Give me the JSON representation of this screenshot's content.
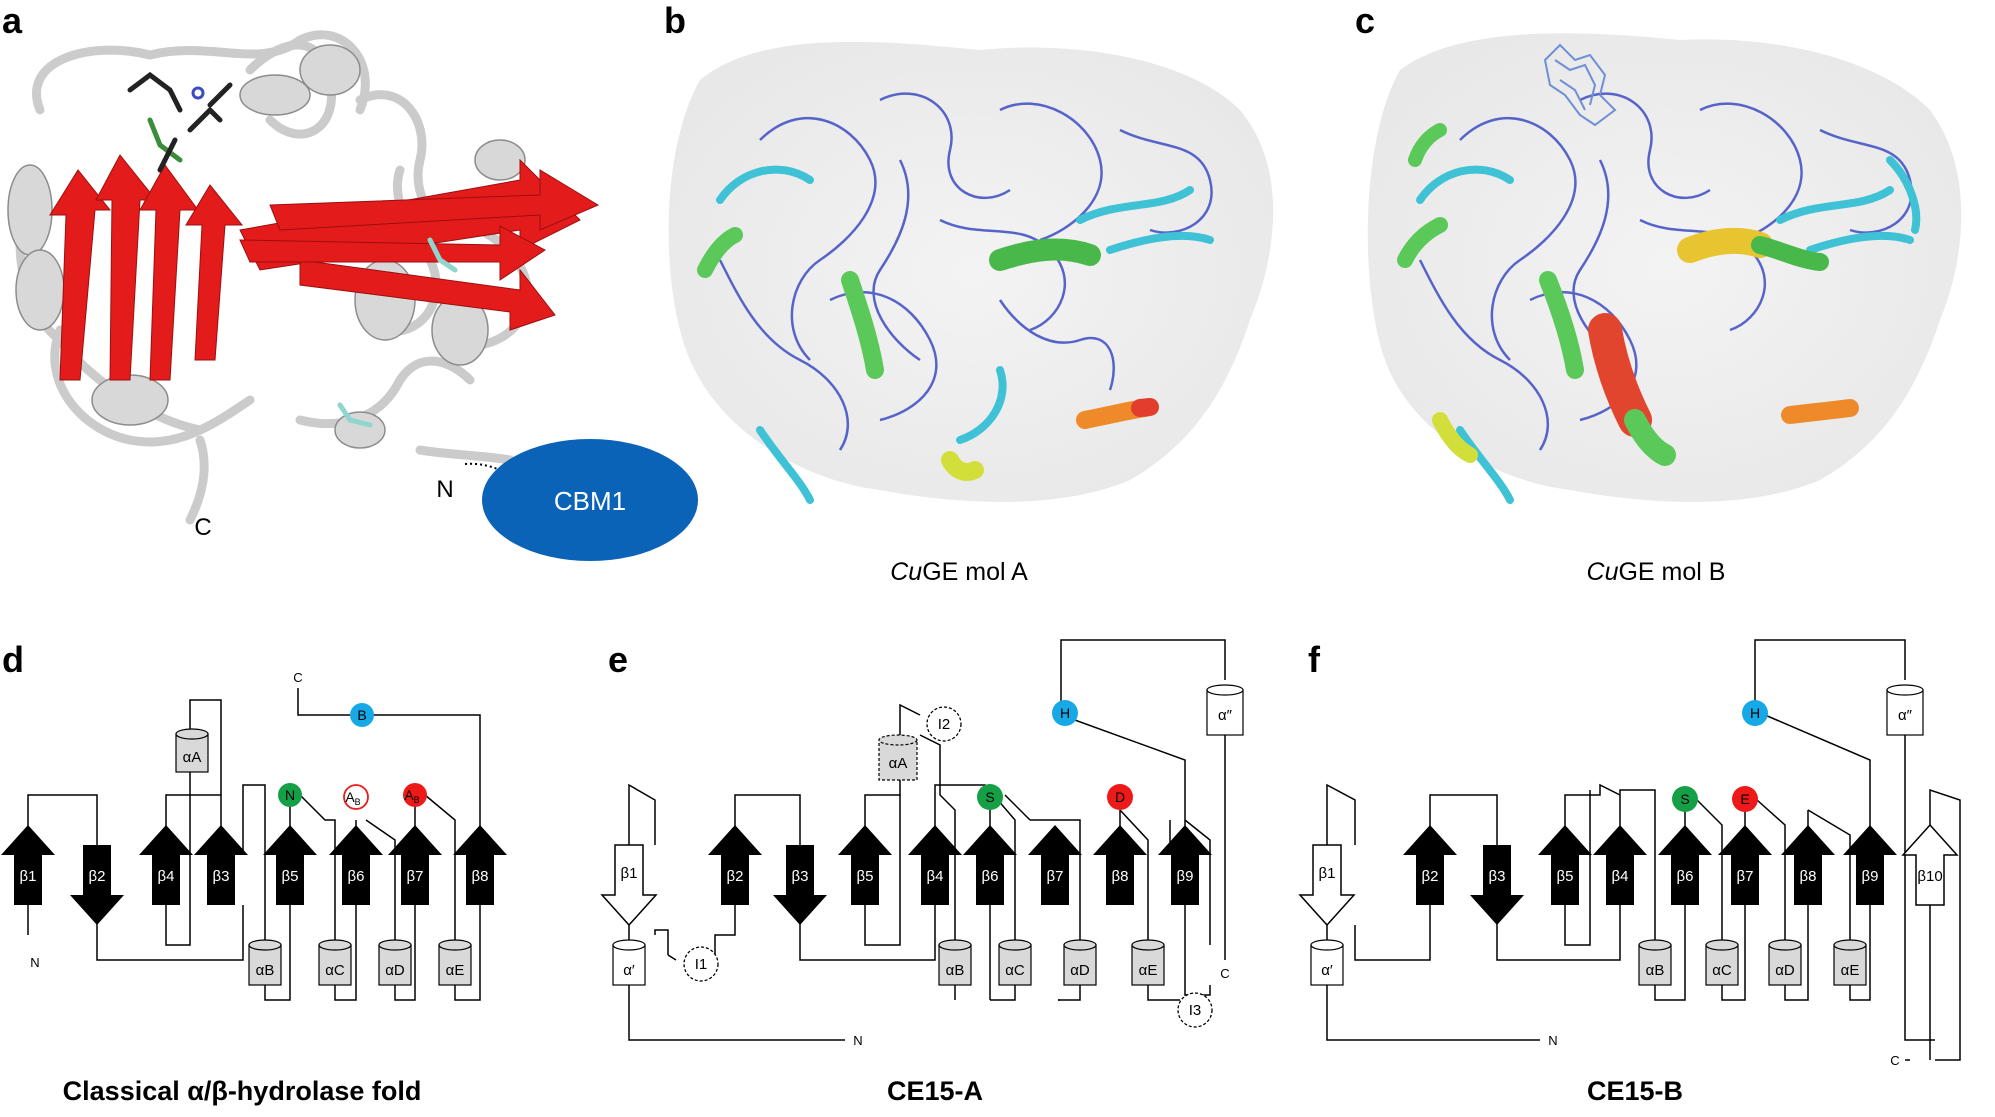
{
  "panels": {
    "a": "a",
    "b": "b",
    "c": "c",
    "d": "d",
    "e": "e",
    "f": "f"
  },
  "panel_a": {
    "cbm_label": "CBM1",
    "n_terminus": "N",
    "c_terminus": "C"
  },
  "panel_b": {
    "caption_italic": "Cu",
    "caption_rest": "GE mol A"
  },
  "panel_c": {
    "caption_italic": "Cu",
    "caption_rest": "GE mol B"
  },
  "panel_d": {
    "title": "Classical α/β-hydrolase fold",
    "strands": [
      "β1",
      "β2",
      "β4",
      "β3",
      "β5",
      "β6",
      "β7",
      "β8"
    ],
    "helices": [
      "αA",
      "αB",
      "αC",
      "αD",
      "αE"
    ],
    "catalytic": [
      "B",
      "N",
      "A",
      "B",
      "A",
      "B"
    ],
    "termini": [
      "C",
      "N"
    ]
  },
  "panel_e": {
    "title": "CE15-A",
    "strands": [
      "β1",
      "β2",
      "β3",
      "β5",
      "β4",
      "β6",
      "β7",
      "β8",
      "β9"
    ],
    "helices": [
      "αA",
      "α′",
      "αB",
      "αC",
      "αD",
      "αE",
      "α″"
    ],
    "insertions": [
      "I1",
      "I2",
      "I3"
    ],
    "catalytic": [
      "H",
      "S",
      "D"
    ],
    "termini": [
      "N",
      "C"
    ]
  },
  "panel_f": {
    "title": "CE15-B",
    "strands": [
      "β1",
      "β2",
      "β3",
      "β5",
      "β4",
      "β6",
      "β7",
      "β8",
      "β9",
      "β10"
    ],
    "helices": [
      "α′",
      "αB",
      "αC",
      "αD",
      "αE",
      "α″"
    ],
    "catalytic": [
      "H",
      "S",
      "E"
    ],
    "termini": [
      "N",
      "C"
    ]
  },
  "colors": {
    "strand_red": "#e41b1b",
    "cbm_blue": "#0b63b8",
    "cat_blue": "#16a9e6",
    "cat_green": "#15a048",
    "cat_red": "#ee1a1a",
    "helix_gray": "#d9d9d9"
  }
}
